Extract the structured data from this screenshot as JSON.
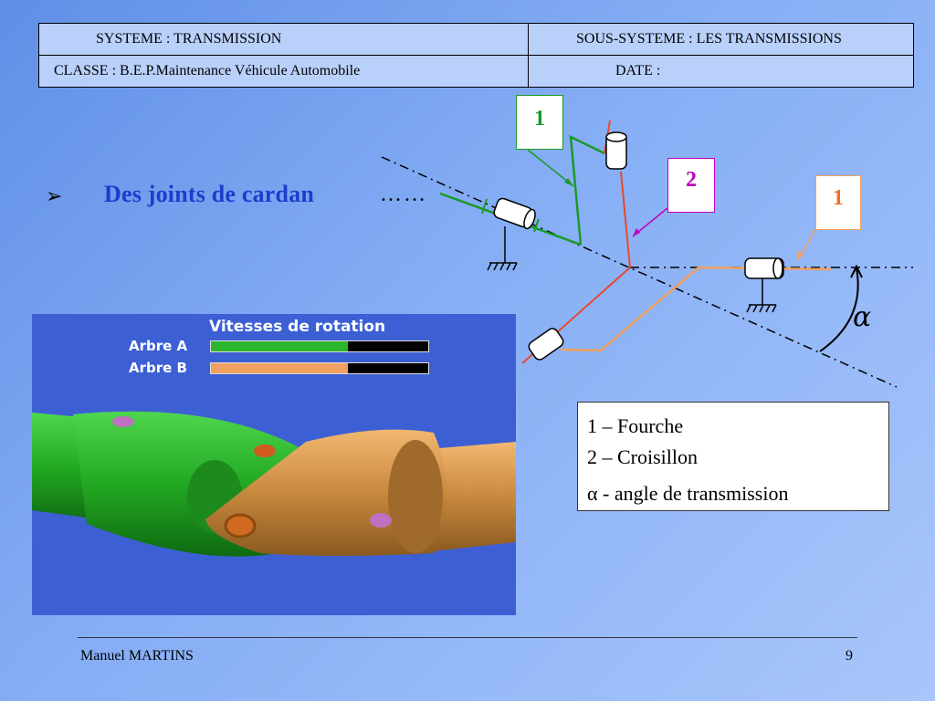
{
  "header": {
    "system": "SYSTEME : TRANSMISSION",
    "subsystem": "SOUS-SYSTEME : LES TRANSMISSIONS",
    "class": "CLASSE : B.E.P.Maintenance Véhicule Automobile",
    "date": "DATE :"
  },
  "bullet": {
    "symbol": "➢",
    "text": "Des joints de cardan",
    "dots": "……"
  },
  "diagram": {
    "callout_1_top": "1",
    "callout_2": "2",
    "callout_1_right": "1",
    "angle_symbol": "α",
    "colors": {
      "fork": "#1a9a2a",
      "cross": "#e84a2a",
      "fork2": "#f0a060",
      "callout2": "#c000c0"
    }
  },
  "simulation": {
    "title": "Vitesses de rotation",
    "shaft_a_label": "Arbre A",
    "shaft_b_label": "Arbre B",
    "shaft_a_fill": 0.63,
    "shaft_b_fill": 0.63
  },
  "legend": {
    "line1": "1 – Fourche",
    "line2": "2 – Croisillon",
    "line3": "α - angle de transmission"
  },
  "footer": {
    "author": "Manuel MARTINS",
    "page": "9"
  }
}
